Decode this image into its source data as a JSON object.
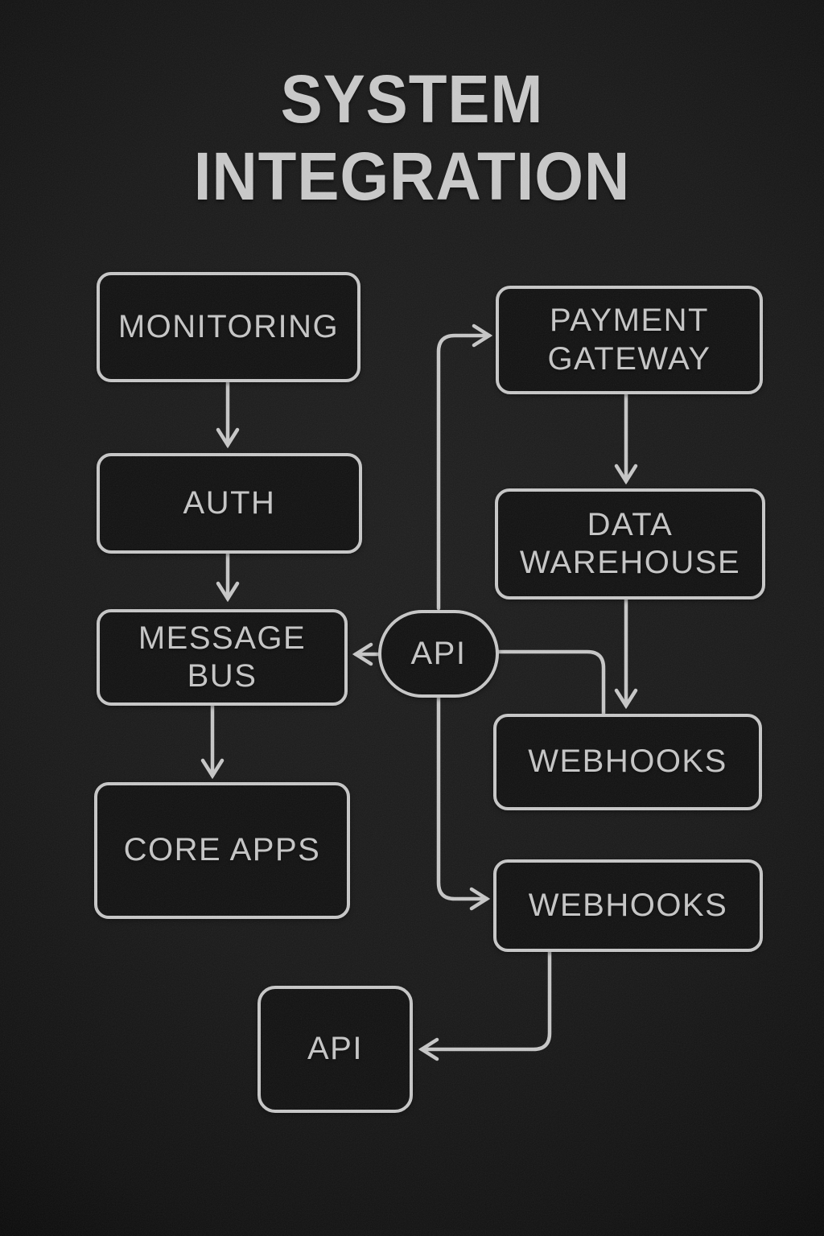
{
  "title": {
    "line1": "SYSTEM",
    "line2": "INTEGRATION"
  },
  "diagram": {
    "nodes": [
      {
        "id": "monitoring",
        "label": "MONITORING",
        "shape": "rect"
      },
      {
        "id": "auth",
        "label": "AUTH",
        "shape": "rect"
      },
      {
        "id": "message-bus",
        "label": "MESSAGE BUS",
        "shape": "rect"
      },
      {
        "id": "core-apps",
        "label": "CORE APPS",
        "shape": "rect"
      },
      {
        "id": "payment-gateway",
        "label": "PAYMENT GATEWAY",
        "lines": [
          "PAYMENT",
          "GATEWAY"
        ],
        "shape": "rect"
      },
      {
        "id": "data-warehouse",
        "label": "DATA WAREHOUSE",
        "lines": [
          "DATA",
          "WAREHOUSE"
        ],
        "shape": "rect"
      },
      {
        "id": "webhooks-1",
        "label": "WEBHOOKS",
        "shape": "rect"
      },
      {
        "id": "webhooks-2",
        "label": "WEBHOOKS",
        "shape": "rect"
      },
      {
        "id": "api-hub",
        "label": "API",
        "shape": "stadium"
      },
      {
        "id": "api-endpoint",
        "label": "API",
        "shape": "rect"
      }
    ],
    "edges": [
      {
        "from": "monitoring",
        "to": "auth",
        "arrow": true
      },
      {
        "from": "auth",
        "to": "message-bus",
        "arrow": true
      },
      {
        "from": "message-bus",
        "to": "core-apps",
        "arrow": true
      },
      {
        "from": "api-hub",
        "to": "message-bus",
        "arrow": true
      },
      {
        "from": "api-hub",
        "to": "payment-gateway",
        "arrow": true
      },
      {
        "from": "payment-gateway",
        "to": "data-warehouse",
        "arrow": true
      },
      {
        "from": "data-warehouse",
        "to": "webhooks-1",
        "arrow": true
      },
      {
        "from": "api-hub",
        "to": "webhooks-1",
        "arrow": false
      },
      {
        "from": "api-hub",
        "to": "webhooks-2",
        "arrow": true
      },
      {
        "from": "webhooks-2",
        "to": "api-endpoint",
        "arrow": true
      }
    ]
  },
  "colors": {
    "background": "#161616",
    "stroke": "#c7c7c7",
    "node_fill": "#101010",
    "text": "#c6c6c6",
    "title": "#c9c9c9"
  }
}
